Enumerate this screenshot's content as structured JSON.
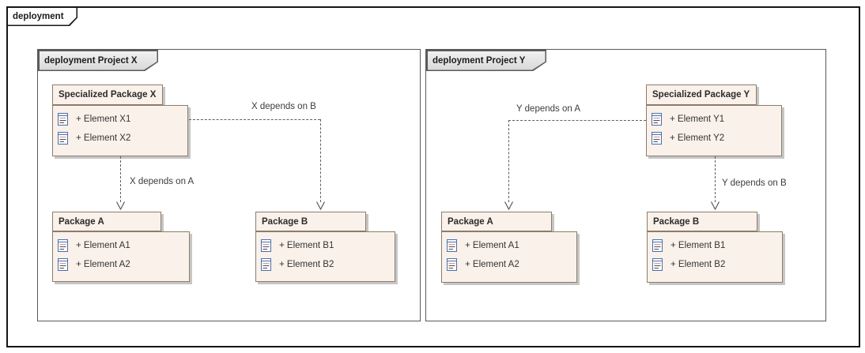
{
  "frame": {
    "label": "deployment"
  },
  "colors": {
    "package_fill": "#FAF1EA",
    "package_border": "#8B7D6B",
    "shadow": "#C6C6C6",
    "frame_border": "#5A5A5A",
    "outer_frame_border": "#151515",
    "frame_tab_fill": "#E6E6E6",
    "connector": "#5F5F5F",
    "icon_blue": "#4A6FAE",
    "icon_red": "#E08A8A"
  },
  "projects": [
    {
      "label": "deployment Project X",
      "packages": [
        {
          "name": "Specialized Package X",
          "elements": [
            "+ Element X1",
            "+ Element X2"
          ]
        },
        {
          "name": "Package A",
          "elements": [
            "+ Element A1",
            "+ Element A2"
          ]
        },
        {
          "name": "Package B",
          "elements": [
            "+ Element B1",
            "+ Element B2"
          ]
        }
      ],
      "dependencies": [
        {
          "label": "X depends on A"
        },
        {
          "label": "X depends on B"
        }
      ]
    },
    {
      "label": "deployment Project Y",
      "packages": [
        {
          "name": "Specialized Package Y",
          "elements": [
            "+ Element Y1",
            "+ Element Y2"
          ]
        },
        {
          "name": "Package A",
          "elements": [
            "+ Element A1",
            "+ Element A2"
          ]
        },
        {
          "name": "Package B",
          "elements": [
            "+ Element B1",
            "+ Element B2"
          ]
        }
      ],
      "dependencies": [
        {
          "label": "Y depends on A"
        },
        {
          "label": "Y depends on B"
        }
      ]
    }
  ]
}
